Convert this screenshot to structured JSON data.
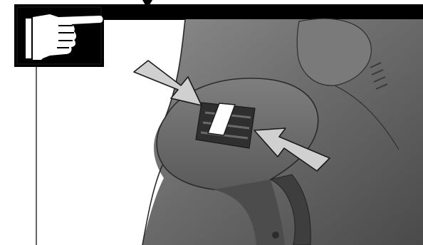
{
  "figure": {
    "subject": "power-tool-housing",
    "callout_icon": "pointing-hand-icon",
    "arrows": [
      {
        "name": "arrow-upper-left",
        "direction": "down-right"
      },
      {
        "name": "arrow-lower-right",
        "direction": "up-left"
      }
    ],
    "colors": {
      "black": "#000000",
      "tool_body": "#6f6f6f",
      "tool_dark": "#3a3a3a",
      "arrow_fill": "#d0d0d0",
      "background": "#ffffff"
    }
  }
}
